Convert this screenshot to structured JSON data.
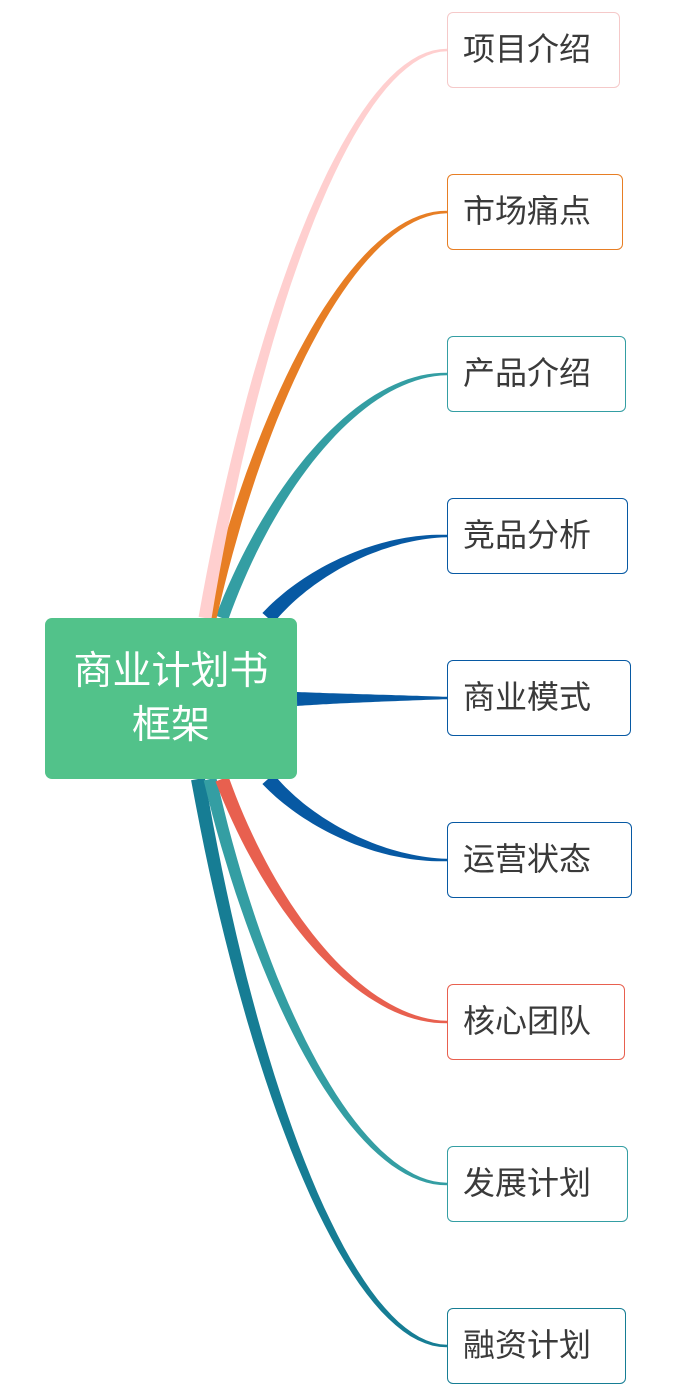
{
  "diagram": {
    "root": {
      "lines": [
        "商业计划书",
        "框架"
      ],
      "color": "#52c28a"
    },
    "branches": [
      {
        "label": "项目介绍",
        "color": "#ffcfcf"
      },
      {
        "label": "市场痛点",
        "color": "#e77e24"
      },
      {
        "label": "产品介绍",
        "color": "#349ea3"
      },
      {
        "label": "竞品分析",
        "color": "#0759a3"
      },
      {
        "label": "商业模式",
        "color": "#0759a3"
      },
      {
        "label": "运营状态",
        "color": "#0759a3"
      },
      {
        "label": "核心团队",
        "color": "#e8604f"
      },
      {
        "label": "发展计划",
        "color": "#349ea3"
      },
      {
        "label": "融资计划",
        "color": "#167d94"
      }
    ]
  }
}
